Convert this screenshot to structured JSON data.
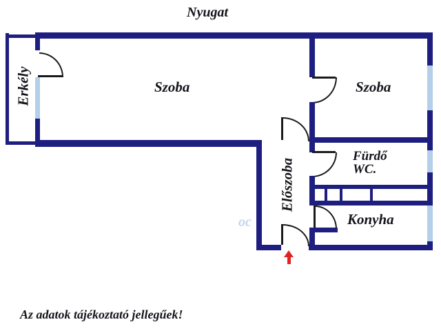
{
  "title": "Nyugat",
  "rooms": {
    "erkely": "Erkély",
    "szoba_large": "Szoba",
    "szoba_small": "Szoba",
    "eloszoba": "Előszoba",
    "furdo": {
      "line1": "Fürdő",
      "line2": "WC."
    },
    "konyha": "Konyha"
  },
  "watermark": "oc",
  "disclaimer": "Az adatok tájékoztató jellegűek!",
  "colors": {
    "wall": "#1e1e80",
    "window": "#b4cfe9",
    "arrow": "#e32222",
    "ink": "#14141a"
  }
}
